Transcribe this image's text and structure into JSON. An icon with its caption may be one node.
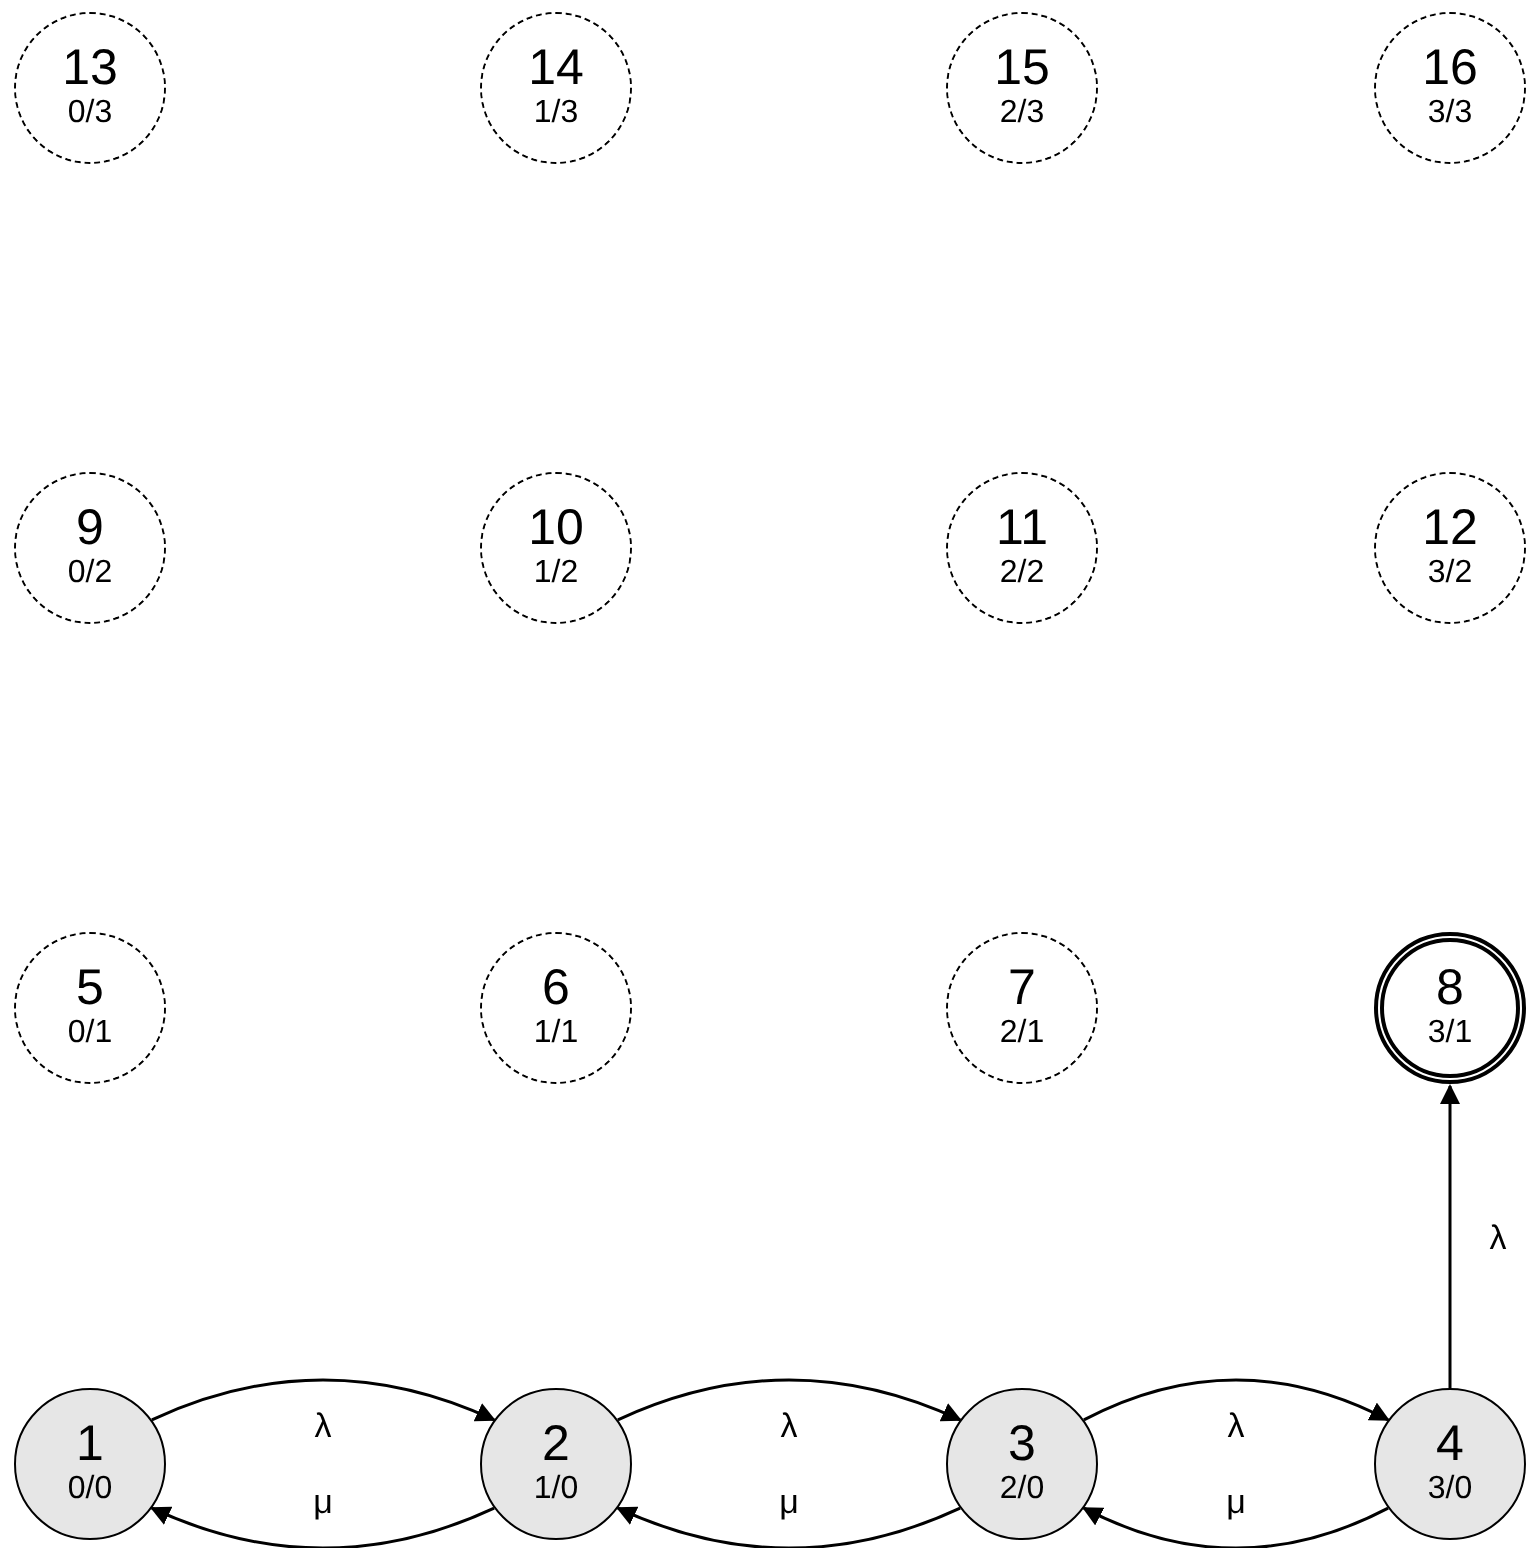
{
  "diagram": {
    "nodes": [
      {
        "text": [
          "13",
          "0/3"
        ]
      },
      {
        "text": [
          "14",
          "1/3"
        ]
      },
      {
        "text": [
          "15",
          "2/3"
        ]
      },
      {
        "text": [
          "16",
          "3/3"
        ]
      },
      {
        "text": [
          "9",
          "0/2"
        ]
      },
      {
        "text": [
          "10",
          "1/2"
        ]
      },
      {
        "text": [
          "11",
          "2/2"
        ]
      },
      {
        "text": [
          "12",
          "3/2"
        ]
      },
      {
        "text": [
          "5",
          "0/1"
        ]
      },
      {
        "text": [
          "6",
          "1/1"
        ]
      },
      {
        "text": [
          "7",
          "2/1"
        ]
      },
      {
        "text": [
          "8",
          "3/1"
        ]
      },
      {
        "text": [
          "1",
          "0/0"
        ]
      },
      {
        "text": [
          "2",
          "1/0"
        ]
      },
      {
        "text": [
          "3",
          "2/0"
        ]
      },
      {
        "text": [
          "4",
          "3/0"
        ]
      }
    ],
    "edges": [
      {
        "from": 12,
        "to": 13,
        "arrow": "to",
        "label": "λ"
      },
      {
        "from": 13,
        "to": 12,
        "arrow": "to",
        "label": "μ"
      },
      {
        "from": 13,
        "to": 14,
        "arrow": "to",
        "label": "λ"
      },
      {
        "from": 14,
        "to": 13,
        "arrow": "to",
        "label": "μ"
      },
      {
        "from": 14,
        "to": 15,
        "arrow": "to",
        "label": "λ"
      },
      {
        "from": 15,
        "to": 14,
        "arrow": "to",
        "label": "μ"
      },
      {
        "from": 15,
        "to": 11,
        "arrow": "to",
        "label": "λ"
      }
    ]
  }
}
